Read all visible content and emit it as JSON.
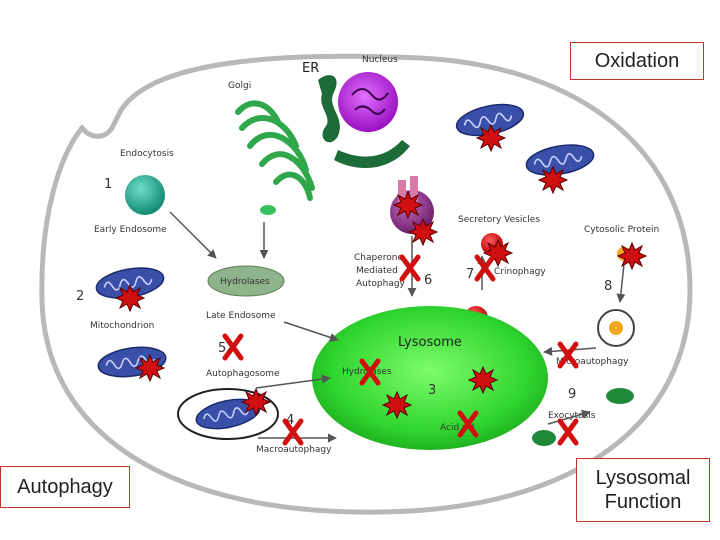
{
  "labels": {
    "er": "ER",
    "nucleus": "Nucleus",
    "golgi": "Golgi",
    "endocytosis": "Endocytosis",
    "early_endosome": "Early Endosome",
    "mitochondrion": "Mitochondrion",
    "hydrolases_vesicle": "Hydrolases",
    "late_endosome": "Late Endosome",
    "autophagosome": "Autophagosome",
    "macroautophagy": "Macroautophagy",
    "secretory_vesicles": "Secretory Vesicles",
    "cytosolic_protein": "Cytosolic Protein",
    "chaperone_line1": "Chaperone",
    "chaperone_line2": "Mediated",
    "chaperone_line3": "Autophagy",
    "crinophagy": "Crinophagy",
    "lysosome": "Lysosome",
    "lysosome_hydrolases": "Hydrolases",
    "acid_ph": "Acid pH",
    "microautophagy": "Microautophagy",
    "exocytosis": "Exocytosis"
  },
  "numbers": {
    "n1": "1",
    "n2": "2",
    "n3": "3",
    "n4": "4",
    "n5": "5",
    "n6": "6",
    "n7": "7",
    "n8": "8",
    "n9": "9"
  },
  "callouts": {
    "oxidation": "Oxidation",
    "autophagy": "Autophagy",
    "lysosomal_line1": "Lysosomal",
    "lysosomal_line2": "Function"
  },
  "colors": {
    "lysosome": "#33dd33",
    "mitochondrion": "#3a4fa8",
    "golgi": "#2ea84a",
    "er": "#1e6b3a",
    "nucleus": "#b020d0",
    "damage_marker": "#d01010",
    "box_border": "#c0392b"
  }
}
